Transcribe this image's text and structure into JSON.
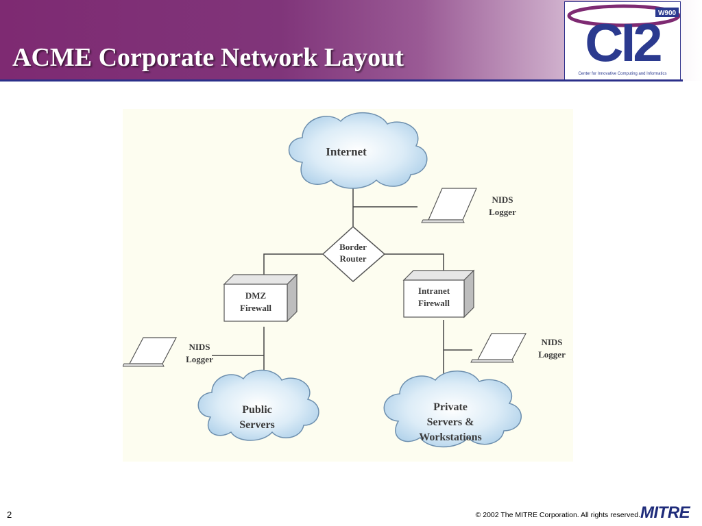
{
  "slide": {
    "title": "ACME Corporate Network Layout",
    "page_number": "2",
    "copyright": "© 2002 The MITRE Corporation. All rights reserved.",
    "footer_logo": "MITRE"
  },
  "logo": {
    "text": "CI2",
    "badge": "W900",
    "subtitle": "Center for Innovative Computing and Informatics"
  },
  "colors": {
    "title_band": "#7e2a72",
    "rule": "#2b2f8a",
    "cloud_fill": "#cfe3f2",
    "logo_blue": "#2b3a8f"
  },
  "diagram": {
    "internet": "Internet",
    "nids_top": [
      "NIDS",
      "Logger"
    ],
    "router": [
      "Border",
      "Router"
    ],
    "dmz": [
      "DMZ",
      "Firewall"
    ],
    "intranet": [
      "Intranet",
      "Firewall"
    ],
    "nids_left": [
      "NIDS",
      "Logger"
    ],
    "nids_right": [
      "NIDS",
      "Logger"
    ],
    "public": [
      "Public",
      "Servers"
    ],
    "private": [
      "Private",
      "Servers &",
      "Workstations"
    ]
  }
}
